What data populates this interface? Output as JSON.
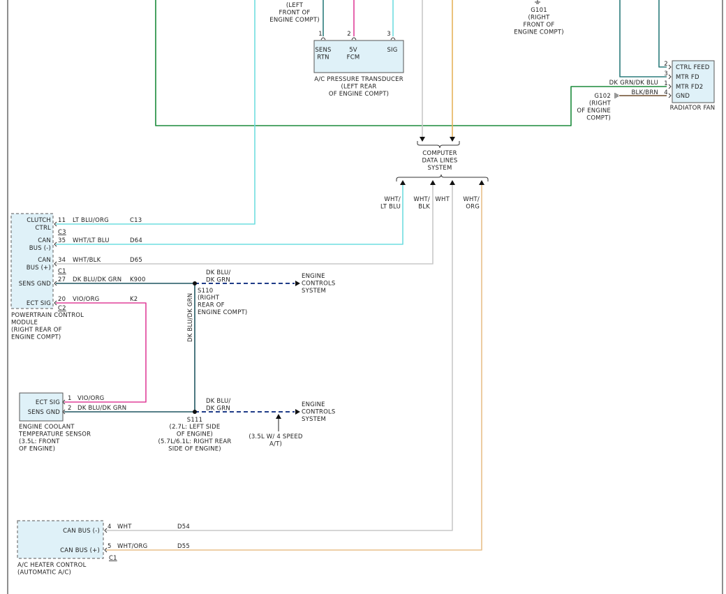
{
  "colors": {
    "green": "#1a8a3a",
    "light_blue": "#6fdde0",
    "pink": "#e0409a",
    "dk_blu_dk_grn": "#1f5560",
    "wht": "#c8c8c8",
    "wht_org": "#e8bf8a",
    "orange_yellow": "#e6b25a",
    "blk_brn": "#6b4a2a",
    "dashed_navy": "#1f3c88",
    "teal": "#2b7b7b",
    "module_fill": "#dff1f8"
  },
  "top": {
    "left_ground": [
      "(LEFT",
      "FRONT OF",
      "ENGINE COMPT)"
    ],
    "g101": [
      "G101",
      "(RIGHT",
      "FRONT OF",
      "ENGINE COMPT)"
    ]
  },
  "ac_transducer": {
    "pins": [
      "1",
      "2",
      "3"
    ],
    "labels": [
      [
        "SENS",
        "RTN"
      ],
      [
        "5V",
        "FCM"
      ],
      [
        "SIG"
      ]
    ],
    "caption": [
      "A/C PRESSURE TRANSDUCER",
      "(LEFT REAR",
      "OF ENGINE COMPT)"
    ]
  },
  "radiator_fan": {
    "pins": [
      "2",
      "3",
      "1",
      "4"
    ],
    "labels": [
      "CTRL FEED",
      "MTR FD",
      "MTR FD2",
      "GND"
    ],
    "caption": "RADIATOR FAN",
    "wire_dk": "DK GRN/DK BLU",
    "wire_blk": "BLK/BRN",
    "g102": [
      "G102",
      "(RIGHT",
      "OF ENGINE",
      "COMPT)"
    ]
  },
  "computer_data": {
    "label": [
      "COMPUTER",
      "DATA LINES",
      "SYSTEM"
    ],
    "inputs": [
      [
        "WHT/",
        "LT BLU"
      ],
      [
        "WHT/",
        "BLK"
      ],
      [
        "WHT"
      ],
      [
        "WHT/",
        "ORG"
      ]
    ]
  },
  "pcm": {
    "rows": [
      {
        "label": [
          "CLUTCH",
          "CTRL"
        ],
        "pin": "11",
        "wire": "LT BLU/ORG",
        "circuit": "C13"
      },
      {
        "label": [
          "CAN",
          "BUS (-)"
        ],
        "pin": "35",
        "wire": "WHT/LT BLU",
        "circuit": "D64"
      },
      {
        "label": [
          "CAN",
          "BUS (+)"
        ],
        "pin": "34",
        "wire": "WHT/BLK",
        "circuit": "D65"
      },
      {
        "label": [
          "SENS GND"
        ],
        "pin": "27",
        "wire": "DK BLU/DK GRN",
        "circuit": "K900"
      },
      {
        "label": [
          "ECT SIG"
        ],
        "pin": "20",
        "wire": "VIO/ORG",
        "circuit": "K2"
      }
    ],
    "connectors": [
      "C3",
      "C1",
      "C2"
    ],
    "caption": [
      "POWERTRAIN CONTROL",
      "MODULE",
      "(RIGHT REAR OF",
      "ENGINE COMPT)"
    ]
  },
  "s110": {
    "id": "S110",
    "loc": [
      "(RIGHT",
      "REAR OF",
      "ENGINE COMPT)"
    ],
    "branch_wire": [
      "DK BLU/",
      "DK GRN"
    ],
    "dest": [
      "ENGINE",
      "CONTROLS",
      "SYSTEM"
    ],
    "vertical_wire": "DK BLU/DK GRN"
  },
  "ect_sensor": {
    "rows": [
      {
        "label": "ECT SIG",
        "pin": "1",
        "wire": "VIO/ORG"
      },
      {
        "label": "SENS GND",
        "pin": "2",
        "wire": "DK BLU/DK GRN"
      }
    ],
    "caption": [
      "ENGINE COOLANT",
      "TEMPERATURE SENSOR",
      "(3.5L: FRONT",
      "OF ENGINE)"
    ]
  },
  "s111": {
    "id": "S111",
    "loc": [
      "(2.7L: LEFT SIDE",
      "OF ENGINE)",
      "(5.7L/6.1L: RIGHT REAR",
      "SIDE OF ENGINE)"
    ],
    "branch_wire": [
      "DK BLU/",
      "DK GRN"
    ],
    "dest": [
      "ENGINE",
      "CONTROLS",
      "SYSTEM"
    ],
    "note": [
      "(3.5L W/ 4 SPEED",
      "A/T)"
    ]
  },
  "ac_heater": {
    "rows": [
      {
        "label": "CAN BUS (-)",
        "pin": "4",
        "wire": "WHT",
        "circuit": "D54"
      },
      {
        "label": "CAN BUS (+)",
        "pin": "5",
        "wire": "WHT/ORG",
        "circuit": "D55"
      }
    ],
    "connector": "C1",
    "caption": [
      "A/C HEATER CONTROL",
      "(AUTOMATIC A/C)"
    ]
  }
}
